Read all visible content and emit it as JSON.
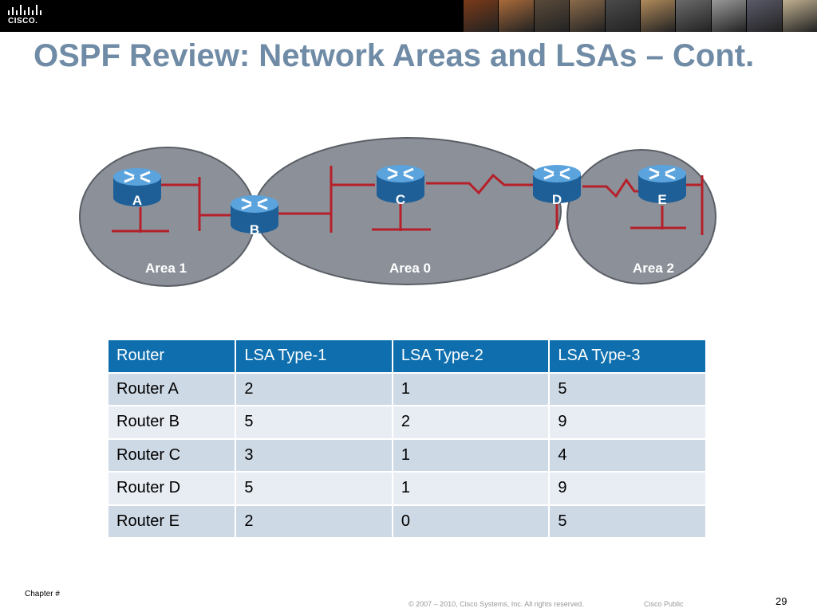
{
  "header": {
    "logo_text": "CISCO.",
    "photo_colors": [
      "#7a3a18",
      "#a86a3a",
      "#5a4a3a",
      "#8a6a4a",
      "#4a4a4a",
      "#b08a5a",
      "#6a6a6a",
      "#9a9a9a",
      "#5a5a6a",
      "#c0b090"
    ]
  },
  "slide": {
    "title": "OSPF Review: Network Areas and LSAs – Cont."
  },
  "diagram": {
    "areas": [
      {
        "id": "area1",
        "label": "Area 1"
      },
      {
        "id": "area0",
        "label": "Area 0"
      },
      {
        "id": "area2",
        "label": "Area 2"
      }
    ],
    "routers": [
      {
        "id": "A",
        "label": "A"
      },
      {
        "id": "B",
        "label": "B"
      },
      {
        "id": "C",
        "label": "C"
      },
      {
        "id": "D",
        "label": "D"
      },
      {
        "id": "E",
        "label": "E"
      }
    ],
    "colors": {
      "area_fill": "#8c9199",
      "link": "#b5202a",
      "router": "#3d82c4"
    }
  },
  "table": {
    "headers": [
      "Router",
      "LSA Type-1",
      "LSA Type-2",
      "LSA Type-3"
    ],
    "rows": [
      [
        "Router A",
        "2",
        "1",
        "5"
      ],
      [
        "Router B",
        "5",
        "2",
        "9"
      ],
      [
        "Router C",
        "3",
        "1",
        "4"
      ],
      [
        "Router D",
        "5",
        "1",
        "9"
      ],
      [
        "Router E",
        "2",
        "0",
        "5"
      ]
    ],
    "colors": {
      "header": "#0f6fae",
      "row_odd": "#ced9e6",
      "row_even": "#e8edf3"
    }
  },
  "footer": {
    "chapter": "Chapter #",
    "copyright": "© 2007 – 2010, Cisco Systems, Inc. All rights reserved.",
    "classification": "Cisco Public",
    "page_number": "29"
  }
}
